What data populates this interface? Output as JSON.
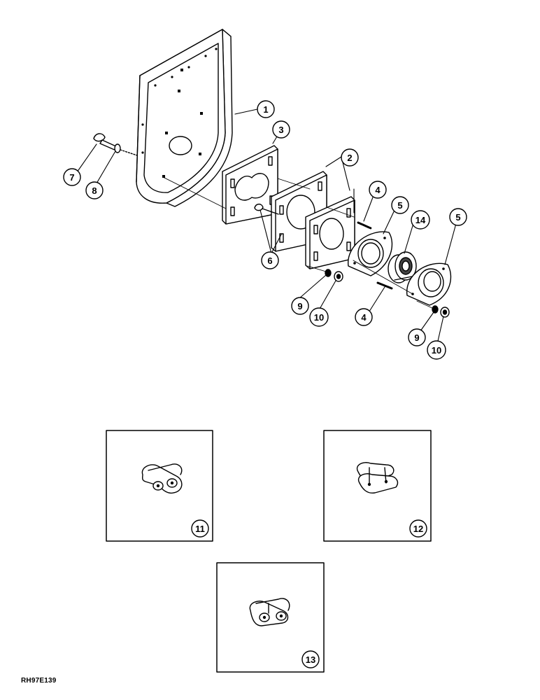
{
  "callouts": {
    "c1": "1",
    "c2": "2",
    "c3": "3",
    "c4a": "4",
    "c4b": "4",
    "c5a": "5",
    "c5b": "5",
    "c6": "6",
    "c7": "7",
    "c8": "8",
    "c9a": "9",
    "c9b": "9",
    "c10a": "10",
    "c10b": "10",
    "c11": "11",
    "c12": "12",
    "c13": "13",
    "c14": "14"
  },
  "reference_code": "RH97E139"
}
